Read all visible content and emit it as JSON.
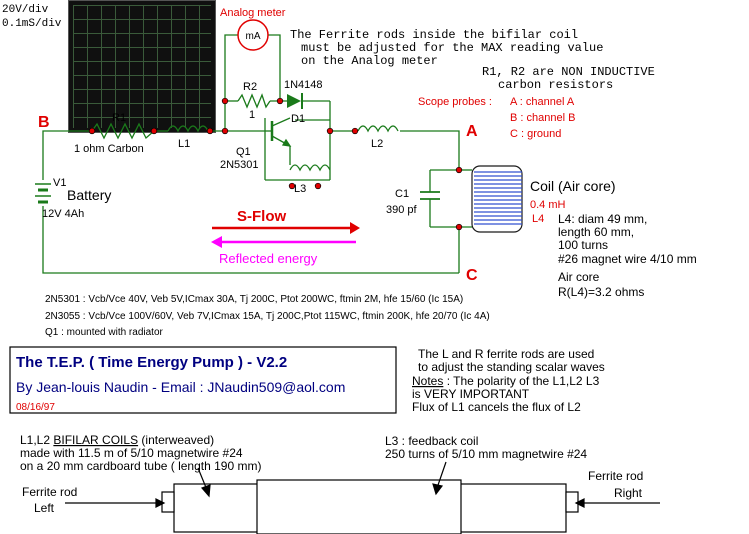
{
  "scope": {
    "line1": "20V/div",
    "line2": "0.1mS/div"
  },
  "meter": {
    "title": "Analog meter",
    "symbol": "mA"
  },
  "notes": {
    "ferrite_rods": [
      "The Ferrite rods inside the bifilar coil",
      "must be adjusted for the MAX reading value",
      "on the Analog meter"
    ],
    "resistors": [
      "R1, R2 are NON INDUCTIVE",
      "carbon resistors"
    ]
  },
  "scope_probes": {
    "title": "Scope probes :",
    "a": "A : channel A",
    "b": "B : channel B",
    "c": "C : ground"
  },
  "components": {
    "R1": "R1",
    "R1_desc": "1 ohm Carbon",
    "R2": "R2",
    "R2_val": "1",
    "D1_part": "1N4148",
    "D1": "D1",
    "L1": "L1",
    "L2": "L2",
    "L3": "L3",
    "Q1": "Q1",
    "Q1_part": "2N5301",
    "V1": "V1",
    "V1_val": "12V 4Ah",
    "battery": "Battery",
    "C1": "C1",
    "C1_val": "390 pf",
    "coil": "Coil (Air core)",
    "coil_val": "0.4 mH",
    "L4": "L4"
  },
  "points": {
    "A": "A",
    "B": "B",
    "C": "C"
  },
  "flows": {
    "s_flow": "S-Flow",
    "reflected": "Reflected energy"
  },
  "l4_spec": [
    "L4: diam 49 mm,",
    "length 60 mm,",
    "100 turns",
    "#26 magnet wire 4/10 mm",
    "Air core",
    "R(L4)=3.2 ohms"
  ],
  "transistors": [
    "2N5301 : Vcb/Vce 40V, Veb 5V,ICmax 30A, Tj 200C, Ptot 200WC, ftmin 2M, hfe 15/60 (Ic 15A)",
    "2N3055 : Vcb/Vce 100V/60V, Veb 7V,ICmax 15A, Tj 200C,Ptot 115WC, ftmin 200K, hfe 20/70 (Ic 4A)",
    "Q1 : mounted with radiator"
  ],
  "titlebox": {
    "title": "The T.E.P.  ( Time Energy Pump ) -  V2.2",
    "author": "By Jean-louis Naudin - Email :  JNaudin509@aol.com",
    "date": "08/16/97"
  },
  "right_notes": {
    "line1": "The L and R ferrite rods are used",
    "line2": "to adjust the standing scalar waves",
    "notes_label": "Notes",
    "line3_rest": " : The polarity of the L1,L2 L3",
    "line4": "is VERY IMPORTANT",
    "line5": "Flux of L1 cancels the flux of L2"
  },
  "bottom": {
    "bif_prefix": "L1,L2 ",
    "bif_underlined": "BIFILAR COILS",
    "bif_suffix": " (interweaved)",
    "line2": "made with 11.5 m of 5/10 magnetwire #24",
    "line3": "on a 20 mm cardboard tube ( length 190 mm)",
    "l3_line1": "L3 : feedback coil",
    "l3_line2": "250 turns of 5/10 mm magnetwire #24",
    "rod_left": [
      "Ferrite rod",
      "Left"
    ],
    "rod_right": [
      "Ferrite rod",
      "Right"
    ]
  },
  "colors": {
    "red": "#e00000",
    "blue": "#0000ff",
    "magenta": "#ff00ff",
    "wire": "#1a7a1a",
    "coil_blue": "#3050d0"
  }
}
